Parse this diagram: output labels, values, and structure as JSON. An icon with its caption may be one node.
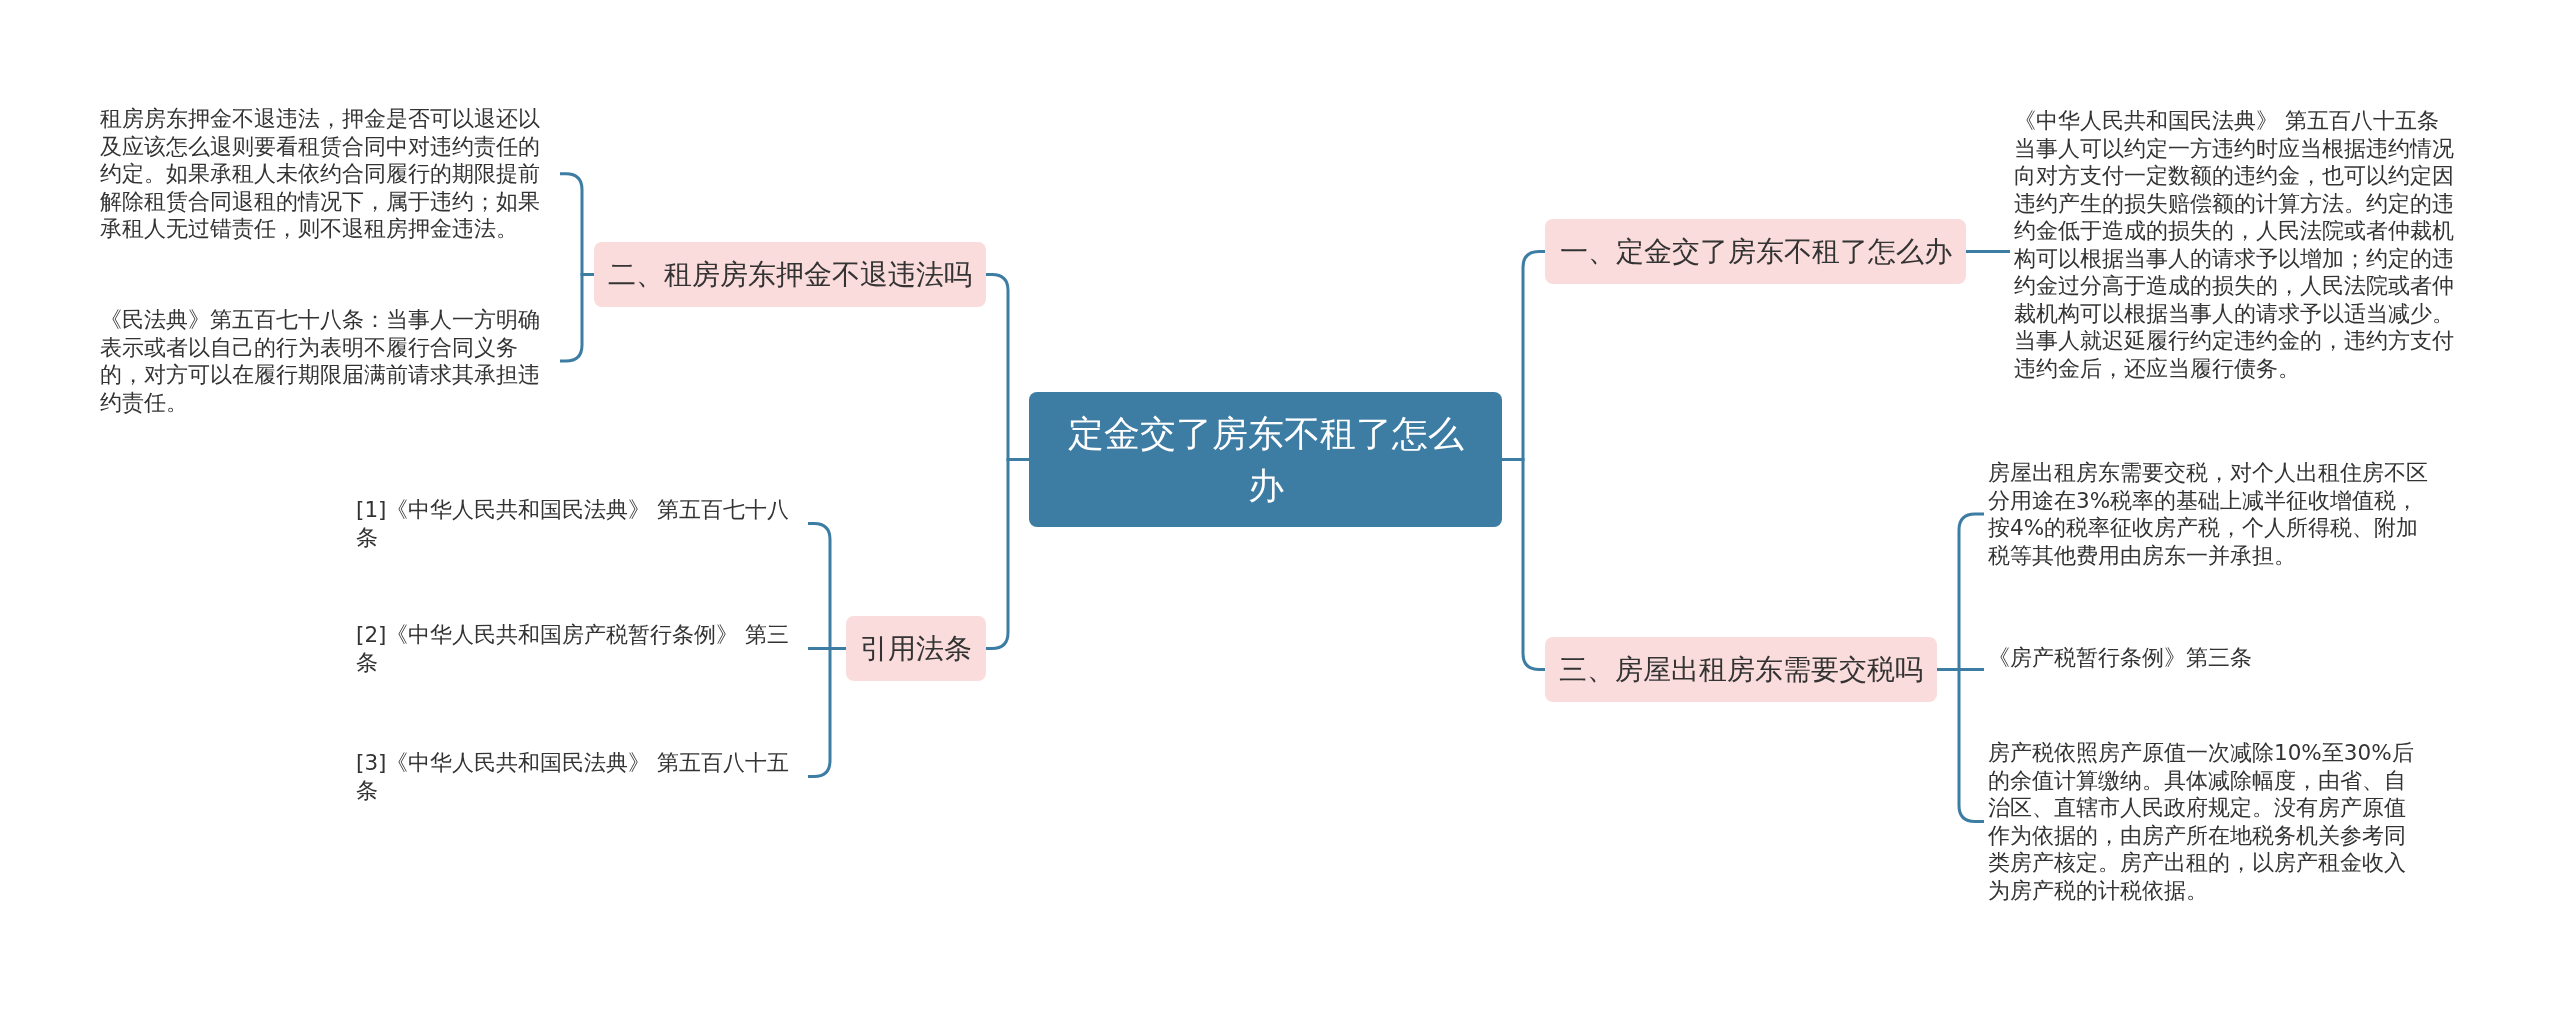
{
  "diagram": {
    "nodes": [
      {
        "text": [
          "定金交了房东不租了怎么办"
        ]
      },
      {
        "text": [
          "一、定金交了房东不租了怎么办"
        ]
      },
      {
        "text": [
          "《中华人民共和国民法典》 第五百八十五条",
          "当事人可以约定一方违约时应当根据违约情况向对方支付一定数额的违约金，也可以约定因违约产生的损失赔偿额的计算方法。约定的违约金低于造成的损失的，人民法院或者仲裁机构可以根据当事人的请求予以增加；约定的违约金过分高于造成的损失的，人民法院或者仲裁机构可以根据当事人的请求予以适当减少。当事人就迟延履行约定违约金的，违约方支付违约金后，还应当履行债务。"
        ]
      },
      {
        "text": [
          "二、租房房东押金不退违法吗"
        ]
      },
      {
        "text": [
          "租房房东押金不退违法，押金是否可以退还以及应该怎么退则要看租赁合同中对违约责任的约定。如果承租人未依约合同履行的期限提前解除租赁合同退租的情况下，属于违约；如果承租人无过错责任，则不退租房押金违法。"
        ]
      },
      {
        "text": [
          "《民法典》第五百七十八条：当事人一方明确表示或者以自己的行为表明不履行合同义务的，对方可以在履行期限届满前请求其承担违约责任。"
        ]
      },
      {
        "text": [
          "引用法条"
        ]
      },
      {
        "text": [
          "[1]《中华人民共和国民法典》 第五百七十八条"
        ]
      },
      {
        "text": [
          "[2]《中华人民共和国房产税暂行条例》 第三条"
        ]
      },
      {
        "text": [
          "[3]《中华人民共和国民法典》 第五百八十五条"
        ]
      },
      {
        "text": [
          "三、房屋出租房东需要交税吗"
        ]
      },
      {
        "text": [
          "房屋出租房东需要交税，对个人出租住房不区分用途在3%税率的基础上减半征收增值税，按4%的税率征收房产税，个人所得税、附加税等其他费用由房东一并承担。"
        ]
      },
      {
        "text": [
          "《房产税暂行条例》第三条"
        ]
      },
      {
        "text": [
          "房产税依照房产原值一次减除10%至30%后的余值计算缴纳。具体减除幅度，由省、自治区、直辖市人民政府规定。没有房产原值作为依据的，由房产所在地税务机关参考同类房产核定。房产出租的，以房产租金收入为房产税的计税依据。"
        ]
      }
    ],
    "edges": [
      {
        "from": 0,
        "to": 1,
        "arrow": "none"
      },
      {
        "from": 1,
        "to": 2,
        "arrow": "none"
      },
      {
        "from": 0,
        "to": 3,
        "arrow": "none"
      },
      {
        "from": 3,
        "to": 4,
        "arrow": "none"
      },
      {
        "from": 3,
        "to": 5,
        "arrow": "none"
      },
      {
        "from": 0,
        "to": 6,
        "arrow": "none"
      },
      {
        "from": 6,
        "to": 7,
        "arrow": "none"
      },
      {
        "from": 6,
        "to": 8,
        "arrow": "none"
      },
      {
        "from": 6,
        "to": 9,
        "arrow": "none"
      },
      {
        "from": 0,
        "to": 10,
        "arrow": "none"
      },
      {
        "from": 10,
        "to": 11,
        "arrow": "none"
      },
      {
        "from": 10,
        "to": 12,
        "arrow": "none"
      },
      {
        "from": 10,
        "to": 13,
        "arrow": "none"
      }
    ]
  }
}
